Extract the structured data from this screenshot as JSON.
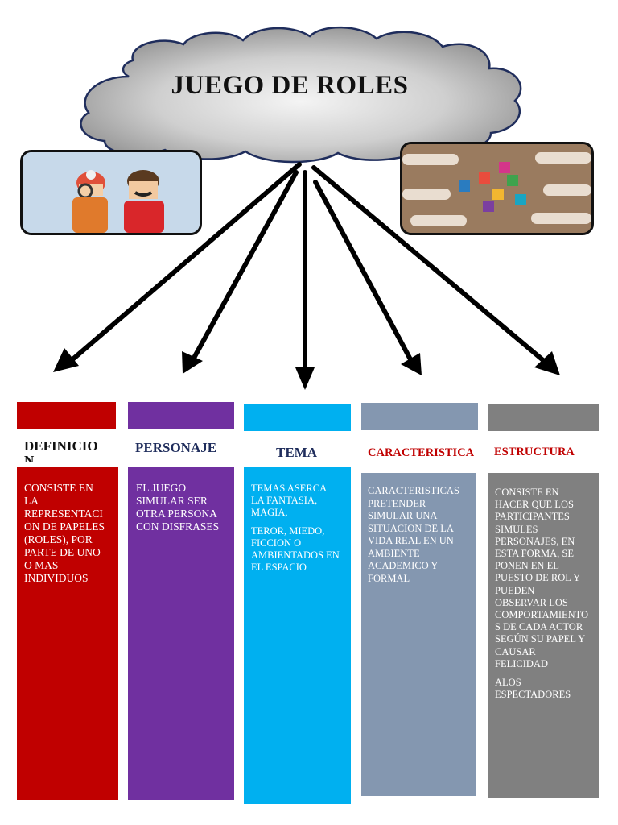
{
  "title": "JUEGO DE ROLES",
  "images": {
    "left": "two children with magnifying glass and paper mustache",
    "right": "hands holding colorful puzzle pieces around a table"
  },
  "columns": [
    {
      "id": "definicion",
      "heading": "DEFINICIO\nN",
      "color": "#c00000",
      "heading_color": "#111111",
      "paragraphs": [
        "CONSISTE EN\nLA\nREPRESENTACI\nON DE PAPELES\n(ROLES), POR\nPARTE DE UNO\nO MAS\nINDIVIDUOS"
      ]
    },
    {
      "id": "personaje",
      "heading": "PERSONAJE",
      "color": "#7030a0",
      "heading_color": "#1f2d5c",
      "paragraphs": [
        "EL JUEGO\nSIMULAR SER\nOTRA PERSONA\nCON DISFRASES"
      ]
    },
    {
      "id": "tema",
      "heading": "TEMA",
      "color": "#00b0f0",
      "heading_color": "#1f2d5c",
      "paragraphs": [
        "TEMAS ASERCA\nLA FANTASIA,\nMAGIA,",
        "TEROR, MIEDO,\nFICCION O\nAMBIENTADOS EN\nEL ESPACIO"
      ]
    },
    {
      "id": "caracteristica",
      "heading": "CARACTERISTICA",
      "color": "#8497b0",
      "heading_color": "#c00000",
      "paragraphs": [
        "CARACTERISTICAS\nPRETENDER\nSIMULAR UNA\nSITUACION  DE LA\nVIDA REAL EN UN\nAMBIENTE\nACADEMICO Y\nFORMAL"
      ]
    },
    {
      "id": "estructura",
      "heading": "ESTRUCTURA",
      "color": "#808080",
      "heading_color": "#c00000",
      "paragraphs": [
        "CONSISTE EN\nHACER QUE LOS\nPARTICIPANTES\nSIMULES\nPERSONAJES, EN\nESTA FORMA, SE\nPONEN EN EL\nPUESTO DE ROL Y\nPUEDEN\nOBSERVAR LOS\nCOMPORTAMIENTO\nS DE CADA ACTOR\nSEGÚN SU PAPEL Y\nCAUSAR\nFELICIDAD",
        "ALOS\nESPECTADORES"
      ]
    }
  ]
}
